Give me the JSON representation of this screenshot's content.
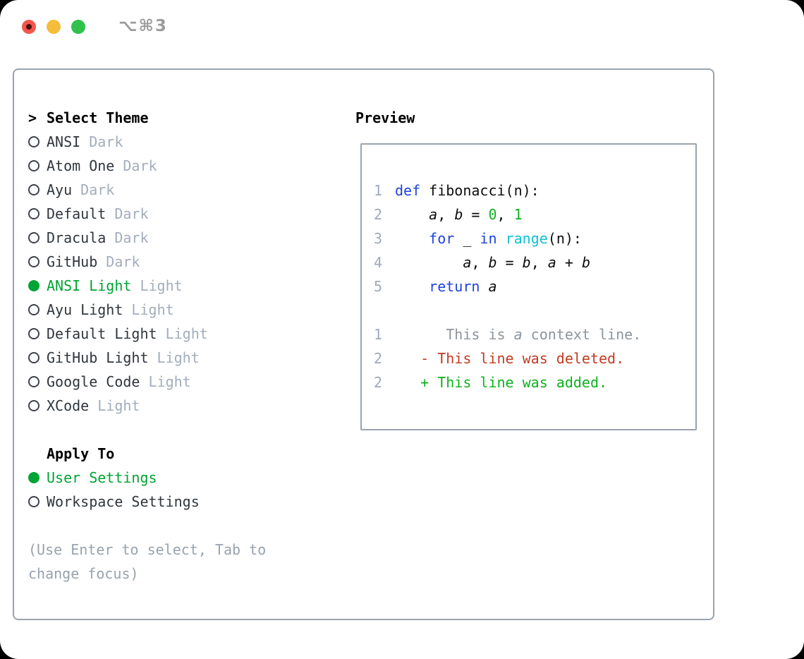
{
  "titlebar": {
    "shortcut": "⌥⌘3"
  },
  "theme_panel": {
    "header_prefix": ">",
    "header": "Select Theme",
    "items": [
      {
        "label": "ANSI",
        "variant": "Dark",
        "selected": false
      },
      {
        "label": "Atom One",
        "variant": "Dark",
        "selected": false
      },
      {
        "label": "Ayu",
        "variant": "Dark",
        "selected": false
      },
      {
        "label": "Default",
        "variant": "Dark",
        "selected": false
      },
      {
        "label": "Dracula",
        "variant": "Dark",
        "selected": false
      },
      {
        "label": "GitHub",
        "variant": "Dark",
        "selected": false
      },
      {
        "label": "ANSI Light",
        "variant": "Light",
        "selected": true
      },
      {
        "label": "Ayu Light",
        "variant": "Light",
        "selected": false
      },
      {
        "label": "Default Light",
        "variant": "Light",
        "selected": false
      },
      {
        "label": "GitHub Light",
        "variant": "Light",
        "selected": false
      },
      {
        "label": "Google Code",
        "variant": "Light",
        "selected": false
      },
      {
        "label": "XCode",
        "variant": "Light",
        "selected": false
      }
    ],
    "apply_to": {
      "header": "Apply To",
      "options": [
        {
          "label": "User Settings",
          "selected": true
        },
        {
          "label": "Workspace Settings",
          "selected": false
        }
      ]
    },
    "hint_line1": "(Use Enter to select, Tab to",
    "hint_line2": "change focus)"
  },
  "preview": {
    "header": "Preview",
    "code_lines": [
      {
        "num": "1",
        "tokens": [
          {
            "t": "def",
            "c": "keyword"
          },
          {
            "t": " fibonacci(n):",
            "c": "plain"
          }
        ]
      },
      {
        "num": "2",
        "tokens": [
          {
            "t": "    ",
            "c": "plain"
          },
          {
            "t": "a",
            "c": "plain",
            "i": true
          },
          {
            "t": ", ",
            "c": "plain"
          },
          {
            "t": "b",
            "c": "plain",
            "i": true
          },
          {
            "t": " = ",
            "c": "plain"
          },
          {
            "t": "0",
            "c": "number"
          },
          {
            "t": ", ",
            "c": "plain"
          },
          {
            "t": "1",
            "c": "number"
          }
        ]
      },
      {
        "num": "3",
        "tokens": [
          {
            "t": "    ",
            "c": "plain"
          },
          {
            "t": "for",
            "c": "keyword"
          },
          {
            "t": " _ ",
            "c": "plain"
          },
          {
            "t": "in",
            "c": "keyword"
          },
          {
            "t": " ",
            "c": "plain"
          },
          {
            "t": "range",
            "c": "builtin"
          },
          {
            "t": "(n):",
            "c": "plain"
          }
        ]
      },
      {
        "num": "4",
        "tokens": [
          {
            "t": "        ",
            "c": "plain"
          },
          {
            "t": "a",
            "c": "plain",
            "i": true
          },
          {
            "t": ", ",
            "c": "plain"
          },
          {
            "t": "b",
            "c": "plain",
            "i": true
          },
          {
            "t": " = ",
            "c": "plain"
          },
          {
            "t": "b",
            "c": "plain",
            "i": true
          },
          {
            "t": ", ",
            "c": "plain"
          },
          {
            "t": "a",
            "c": "plain",
            "i": true
          },
          {
            "t": " + ",
            "c": "plain"
          },
          {
            "t": "b",
            "c": "plain",
            "i": true
          }
        ]
      },
      {
        "num": "5",
        "tokens": [
          {
            "t": "    ",
            "c": "plain"
          },
          {
            "t": "return",
            "c": "keyword"
          },
          {
            "t": " ",
            "c": "plain"
          },
          {
            "t": "a",
            "c": "plain",
            "i": true
          }
        ]
      },
      {
        "num": "",
        "tokens": []
      },
      {
        "num": "1",
        "tokens": [
          {
            "t": "      This is ",
            "c": "context"
          },
          {
            "t": "a",
            "c": "context",
            "i": true
          },
          {
            "t": " context line.",
            "c": "context"
          }
        ]
      },
      {
        "num": "2",
        "tokens": [
          {
            "t": "   - This line was deleted.",
            "c": "deleted"
          }
        ]
      },
      {
        "num": "2",
        "tokens": [
          {
            "t": "   + This line was added.",
            "c": "added"
          }
        ]
      }
    ]
  },
  "colors": {
    "accent_green": "#00a434",
    "keyword": "#1e43dd",
    "builtin": "#0fc0d4",
    "number": "#0db31e",
    "plain": "#0d0d0d",
    "context": "#8d949c",
    "deleted": "#c23b22",
    "added": "#0db31e",
    "line_number": "#9fa9b8",
    "item_name": "#30363d",
    "variant_gray": "#a3adbc",
    "hint_gray": "#98a2ae",
    "panel_border": "#9aa3ae",
    "shortcut_gray": "#9b9b9b",
    "traffic_red": "#f4554e",
    "traffic_yellow": "#f6bd3a",
    "traffic_green": "#30c14c"
  }
}
